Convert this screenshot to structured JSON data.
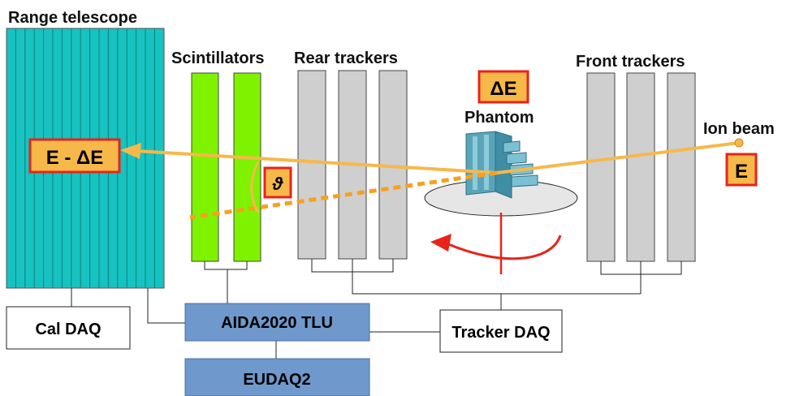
{
  "labels": {
    "range_telescope": "Range telescope",
    "scintillators": "Scintillators",
    "rear_trackers": "Rear trackers",
    "front_trackers": "Front trackers",
    "phantom": "Phantom",
    "ion_beam": "Ion beam",
    "energy_in": "E",
    "energy_loss": "ΔE",
    "energy_out": "E - ΔE",
    "angle": "ϑ"
  },
  "boxes": {
    "cal_daq": "Cal DAQ",
    "tlu": "AIDA2020 TLU",
    "eudaq": "EUDAQ2",
    "tracker_daq": "Tracker DAQ"
  },
  "colors": {
    "range_telescope": "#17c3c0",
    "scintillator": "#7ff200",
    "tracker": "#cfcfcf",
    "beam": "#f7b84a",
    "label_box_fill": "#f7b84a",
    "label_box_border": "#e8231b",
    "rotation_arrow": "#e8231b",
    "daq_blue": "#6f99cc",
    "phantom": "#5aa4b9",
    "turntable": "#e6e6e6"
  }
}
